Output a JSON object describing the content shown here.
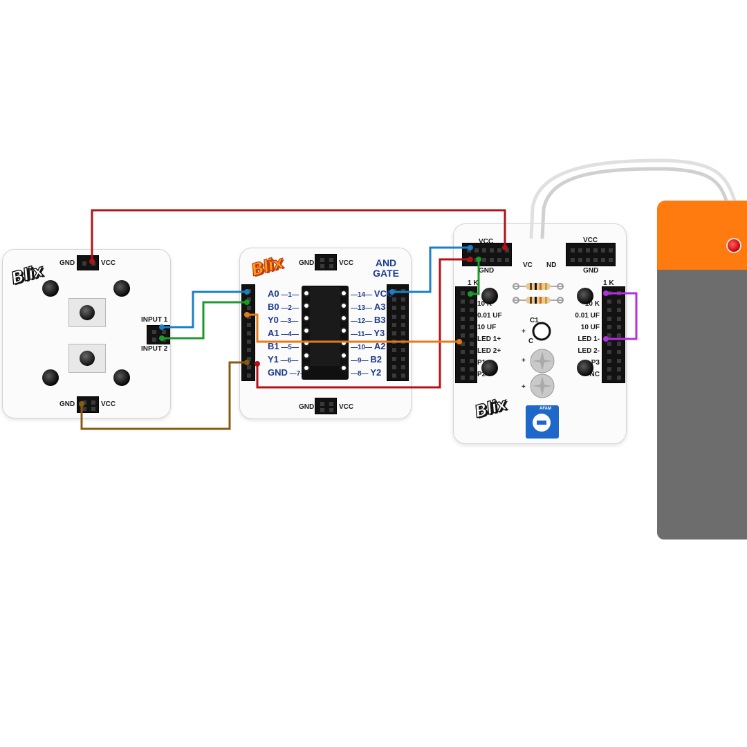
{
  "colors": {
    "vcc_wire": "#b31217",
    "input1_wire": "#1b7fc4",
    "input2_wire": "#1c9a2a",
    "output_wire": "#e57a17",
    "gnd_wire": "#8a5a12",
    "led_jumper": "#b52fe0",
    "gate_text": "#1b3b8f",
    "battery_orange": "#ff7a0f",
    "battery_grey": "#6d6d6d",
    "potentiometer": "#1e68c9"
  },
  "logo_text": "Blix",
  "input_board": {
    "top_gnd": "GND",
    "top_vcc": "VCC",
    "input1": "INPUT 1",
    "input2": "INPUT 2",
    "bottom_gnd": "GND",
    "bottom_vcc": "VCC"
  },
  "and_board": {
    "title_line1": "AND",
    "title_line2": "GATE",
    "top_gnd": "GND",
    "top_vcc": "VCC",
    "bottom_gnd": "GND",
    "bottom_vcc": "VCC",
    "left_pins": [
      {
        "name": "A0",
        "num": "1"
      },
      {
        "name": "B0",
        "num": "2"
      },
      {
        "name": "Y0",
        "num": "3"
      },
      {
        "name": "A1",
        "num": "4"
      },
      {
        "name": "B1",
        "num": "5"
      },
      {
        "name": "Y1",
        "num": "6"
      },
      {
        "name": "GND",
        "num": "7"
      }
    ],
    "right_pins": [
      {
        "name": "VCC",
        "num": "14"
      },
      {
        "name": "A3",
        "num": "13"
      },
      {
        "name": "B3",
        "num": "12"
      },
      {
        "name": "Y3",
        "num": "11"
      },
      {
        "name": "A2",
        "num": "10"
      },
      {
        "name": "B2",
        "num": "9"
      },
      {
        "name": "Y2",
        "num": "8"
      }
    ]
  },
  "output_board": {
    "top_vcc": "VCC",
    "top_gnd": "GND",
    "right_vcc": "VCC",
    "right_gnd": "GND",
    "mid_vcc": "VC",
    "mid_gnd": "ND",
    "left_header_title": "1 K",
    "right_header_title": "1 K",
    "left_labels": [
      "10 K",
      "0.01 UF",
      "10 UF",
      "LED 1+",
      "LED 2+",
      "P1",
      "P2"
    ],
    "right_labels": [
      "10 K",
      "0.01 UF",
      "10 UF",
      "LED 1-",
      "LED 2-",
      "P3",
      "NC"
    ],
    "cap_label": "C1",
    "cap_mark": "C",
    "plus": "+",
    "pot_label": "AFAM"
  },
  "icons": [
    "tactile-button-icon",
    "mounting-hole-icon",
    "led-icon",
    "resistor-icon",
    "capacitor-icon",
    "potentiometer-icon",
    "battery-icon"
  ]
}
